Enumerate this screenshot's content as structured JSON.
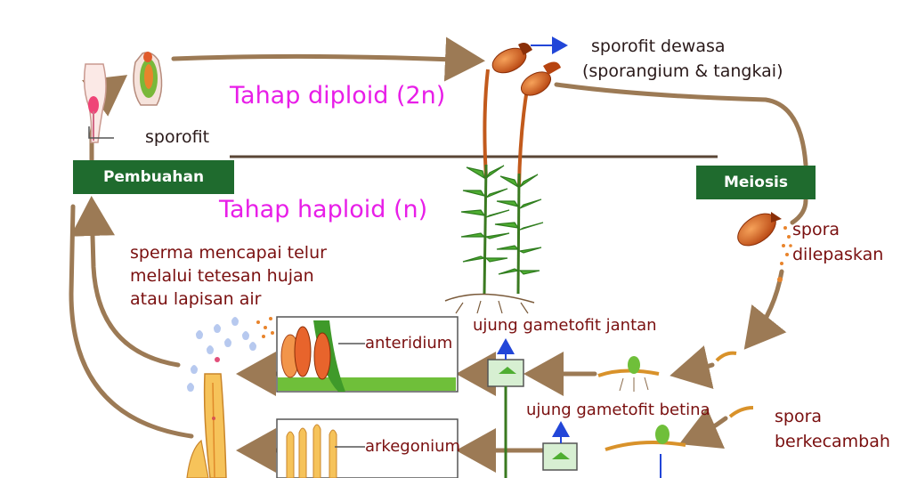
{
  "labels": {
    "sporofit_dewasa": "sporofit dewasa",
    "sporangium_tangkai": "(sporangium & tangkai)",
    "sporofit": "sporofit",
    "tahap_diploid": "Tahap diploid (2n)",
    "tahap_haploid": "Tahap haploid (n)",
    "pembuahan": "Pembuahan",
    "meiosis": "Meiosis",
    "spora": "spora",
    "dilepaskan": "dilepaskan",
    "sperma_line1": "sperma mencapai telur",
    "sperma_line2": "melalui tetesan hujan",
    "sperma_line3": "atau lapisan air",
    "anteridium": "anteridium",
    "arkegonium": "arkegonium",
    "ujung_jantan": "ujung gametofit jantan",
    "ujung_betina": "ujung gametofit betina",
    "spora2": "spora",
    "berkecambah": "berkecambah"
  },
  "colors": {
    "arrow": "#9c7a55",
    "phase_text": "#e81ee8",
    "label_text": "#7a1010",
    "badge_bg": "#1f6b2e",
    "sporangium": "#d05a1c",
    "moss_green": "#3f9a2a"
  }
}
